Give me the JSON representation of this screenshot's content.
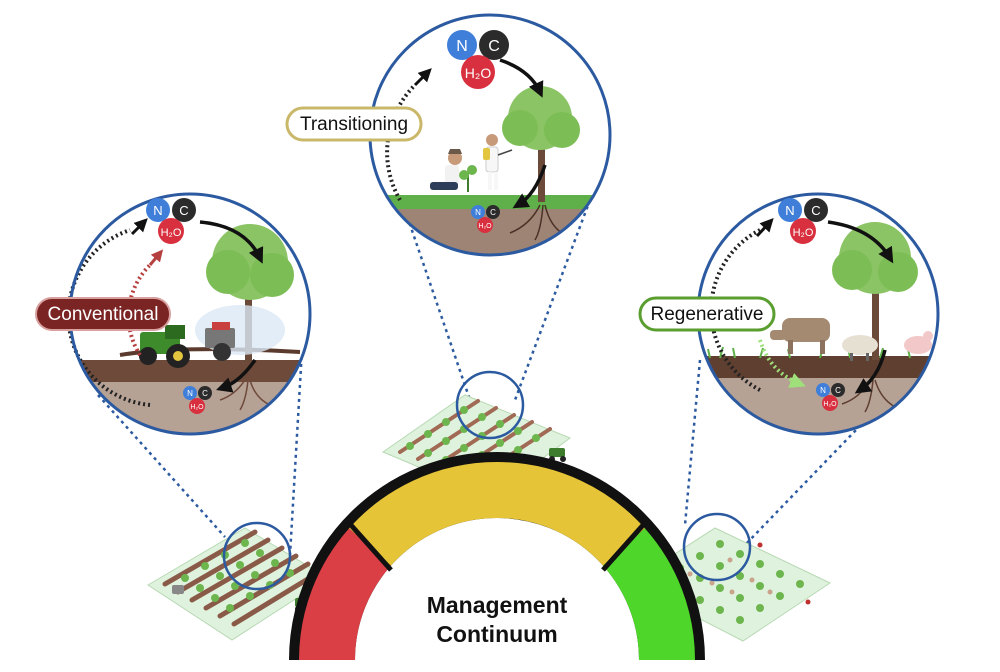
{
  "gauge": {
    "title_line1": "Management",
    "title_line2": "Continuum",
    "colors": {
      "red": "#d93f44",
      "yellow": "#e6c437",
      "green": "#4fd62a"
    }
  },
  "stages": [
    {
      "id": "conventional",
      "label": "Conventional",
      "label_style": "filled",
      "label_color": "#7a2424"
    },
    {
      "id": "transitioning",
      "label": "Transitioning",
      "label_style": "outline",
      "label_color": "#c9b86a"
    },
    {
      "id": "regenerative",
      "label": "Regenerative",
      "label_style": "outline",
      "label_color": "#5a9e2f"
    }
  ],
  "molecules": {
    "nitrogen": "N",
    "carbon": "C",
    "water": "H₂O",
    "colors": {
      "nitrogen": "#3f7fd9",
      "carbon": "#2b2b2b",
      "water": "#d8303e"
    }
  },
  "colors": {
    "circle_outline": "#2c5aa0",
    "soil": "#6e4a3a",
    "grass": "#5fb04a",
    "tree": "#7cbd55"
  }
}
